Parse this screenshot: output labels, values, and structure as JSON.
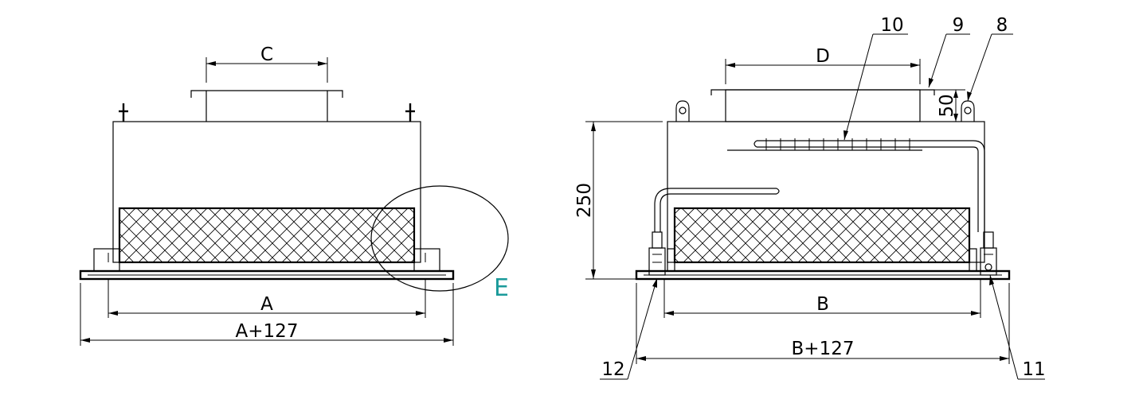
{
  "views": {
    "front": {
      "dim_a": "A",
      "dim_a_total": "A+127",
      "dim_c": "C",
      "detail_label": "E"
    },
    "side": {
      "dim_b": "B",
      "dim_b_total": "B+127",
      "dim_d": "D",
      "dim_height": "250",
      "dim_flange": "50"
    }
  },
  "callouts": {
    "c8": "8",
    "c9": "9",
    "c10": "10",
    "c11": "11",
    "c12": "12"
  },
  "colors": {
    "line": "#000000",
    "detail_label": "#1a9a9a"
  }
}
